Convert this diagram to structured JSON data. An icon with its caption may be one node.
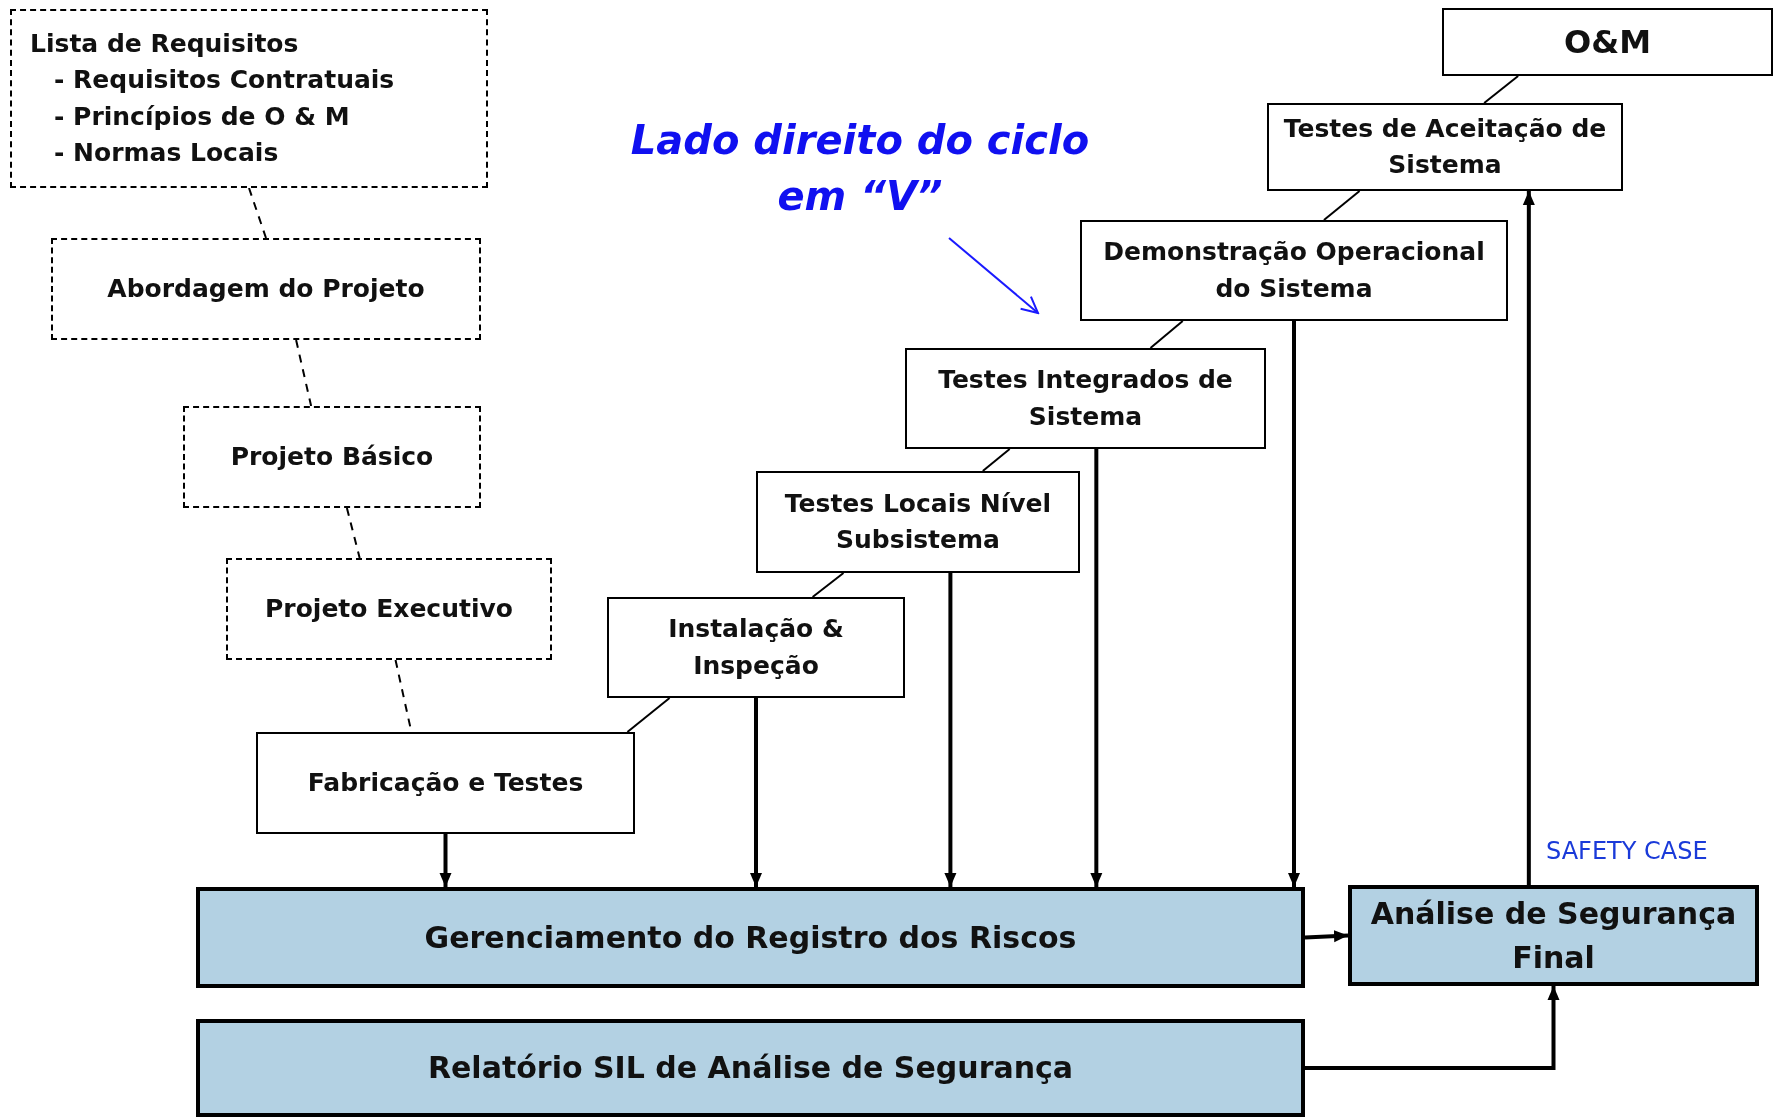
{
  "diagram": {
    "nodes": [
      {
        "text": [
          "Lista de Requisitos",
          "- Requisitos Contratuais",
          "- Princípios de O & M",
          "- Normas Locais"
        ]
      },
      {
        "text": [
          "Abordagem do Projeto"
        ]
      },
      {
        "text": [
          "Projeto Básico"
        ]
      },
      {
        "text": [
          "Projeto Executivo"
        ]
      },
      {
        "text": [
          "Fabricação e Testes"
        ]
      },
      {
        "text": [
          "Instalação & Inspeção"
        ]
      },
      {
        "text": [
          "Testes Locais Nível Subsistema"
        ]
      },
      {
        "text": [
          "Testes Integrados de Sistema"
        ]
      },
      {
        "text": [
          "Demonstração Operacional do Sistema"
        ]
      },
      {
        "text": [
          "Testes de Aceitação de Sistema"
        ]
      },
      {
        "text": [
          "O&M"
        ]
      },
      {
        "text": [
          "Gerenciamento do Registro dos Riscos"
        ]
      },
      {
        "text": [
          "Análise de Segurança Final"
        ],
        "beside": [
          "SAFETY CASE"
        ]
      },
      {
        "text": [
          "Relatório SIL de Análise de Segurança"
        ]
      }
    ],
    "edges": [
      {
        "from": 0,
        "to": 1,
        "arrow": "none",
        "style": "dashed"
      },
      {
        "from": 1,
        "to": 2,
        "arrow": "none",
        "style": "dashed"
      },
      {
        "from": 2,
        "to": 3,
        "arrow": "none",
        "style": "dashed"
      },
      {
        "from": 3,
        "to": 4,
        "arrow": "none",
        "style": "dashed"
      },
      {
        "from": 4,
        "to": 5,
        "arrow": "none"
      },
      {
        "from": 5,
        "to": 6,
        "arrow": "none"
      },
      {
        "from": 6,
        "to": 7,
        "arrow": "none"
      },
      {
        "from": 7,
        "to": 8,
        "arrow": "none"
      },
      {
        "from": 8,
        "to": 9,
        "arrow": "none"
      },
      {
        "from": 9,
        "to": 10,
        "arrow": "none"
      },
      {
        "from": 4,
        "to": 11,
        "arrow": "to"
      },
      {
        "from": 5,
        "to": 11,
        "arrow": "to"
      },
      {
        "from": 6,
        "to": 11,
        "arrow": "to"
      },
      {
        "from": 7,
        "to": 11,
        "arrow": "to"
      },
      {
        "from": 8,
        "to": 11,
        "arrow": "to"
      },
      {
        "from": 11,
        "to": 12,
        "arrow": "to"
      },
      {
        "from": 13,
        "to": 12,
        "arrow": "to"
      },
      {
        "from": 12,
        "to": 9,
        "arrow": "to"
      }
    ],
    "labels": [
      "Lado direito do ciclo em “V”"
    ]
  }
}
